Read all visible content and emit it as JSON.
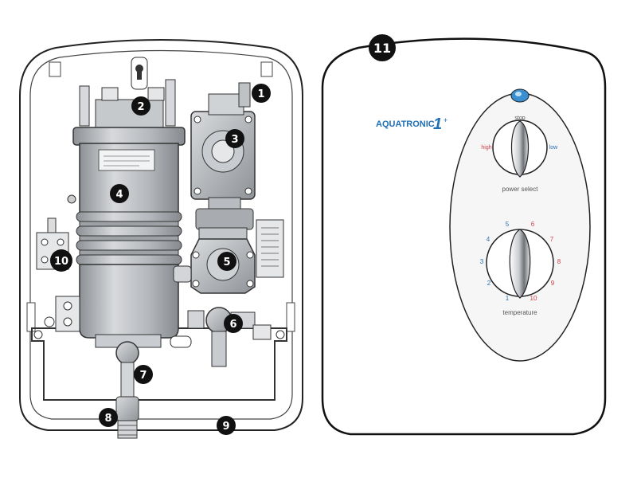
{
  "callouts": [
    "1",
    "2",
    "3",
    "4",
    "5",
    "6",
    "7",
    "8",
    "9",
    "10",
    "11"
  ],
  "brand": {
    "main": "AQUATRONIC",
    "suffix": "1",
    "plus": "+"
  },
  "power_dial": {
    "top": "stop",
    "left": "high",
    "right": "low",
    "caption": "power select"
  },
  "temp_dial": {
    "ticks": [
      "1",
      "2",
      "3",
      "4",
      "5",
      "6",
      "7",
      "8",
      "9",
      "10"
    ],
    "caption": "temperature"
  },
  "colors": {
    "outline": "#222222",
    "callout_fill": "#111111",
    "body_gray": "#b9bcc0",
    "brand_blue": "#1f6fb5",
    "cool_blue": "#2b6db3",
    "warm_red": "#d2404a",
    "button_blue": "#3a8fd0"
  }
}
